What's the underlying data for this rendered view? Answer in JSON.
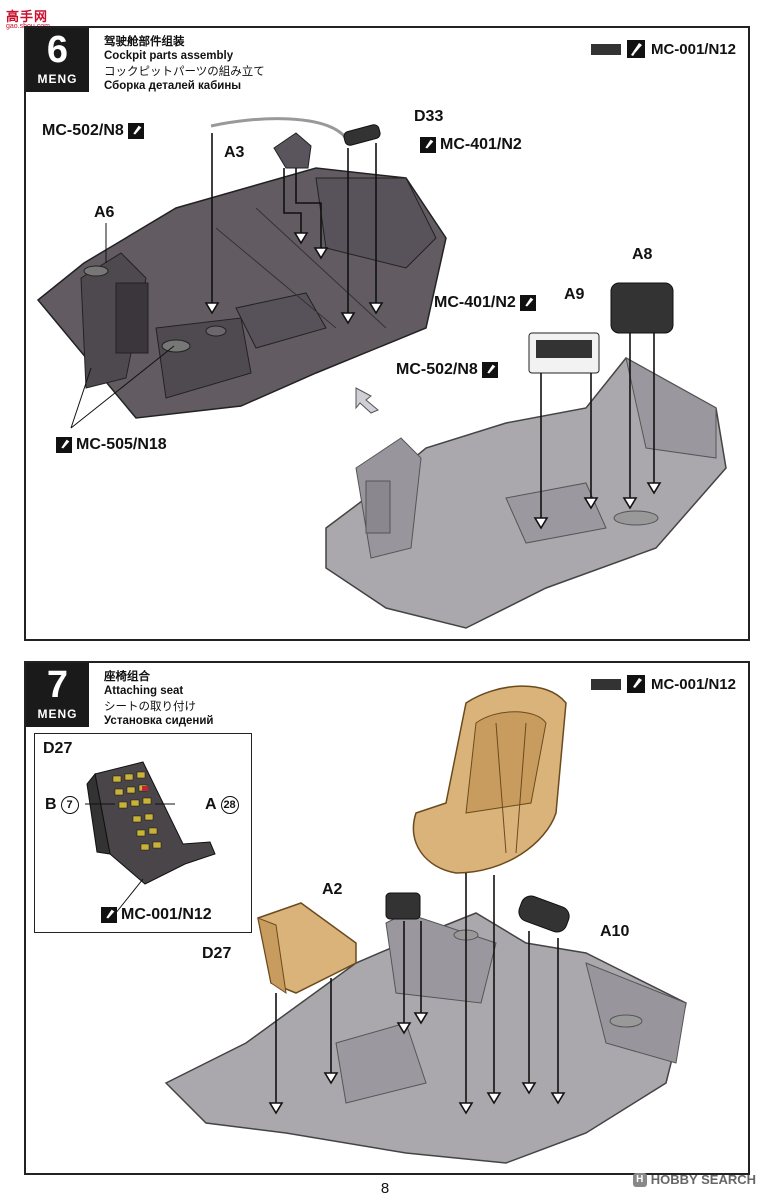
{
  "watermark": {
    "brand": "高手网",
    "site": "gao.shou.com"
  },
  "step6": {
    "number": "6",
    "brand": "MENG",
    "title_zh": "驾驶舱部件组装",
    "title_en": "Cockpit parts assembly",
    "title_jp": "コックピットパーツの組み立て",
    "title_ru": "Сборка деталей кабины",
    "paint_main": "MC-001/N12",
    "labels": {
      "mc502_top": "MC-502/N8",
      "d33": "D33",
      "mc401_top": "MC-401/N2",
      "a3": "A3",
      "a6": "A6",
      "mc505": "MC-505/N18",
      "a8": "A8",
      "a9": "A9",
      "mc401_a9": "MC-401/N2",
      "mc502_a9": "MC-502/N8"
    }
  },
  "step7": {
    "number": "7",
    "brand": "MENG",
    "title_zh": "座椅组合",
    "title_en": "Attaching seat",
    "title_jp": "シートの取り付け",
    "title_ru": "Установка сидений",
    "paint_main": "MC-001/N12",
    "inset": {
      "part": "D27",
      "b_letter": "B",
      "b_num": "7",
      "a_letter": "A",
      "a_num": "28",
      "paint": "MC-001/N12"
    },
    "labels": {
      "a2": "A2",
      "a10": "A10",
      "d27": "D27"
    }
  },
  "page_number": "8",
  "footer": {
    "logo": "H",
    "brand": "HOBBY SEARCH"
  },
  "colors": {
    "panel_border": "#222222",
    "step_box": "#1a1a1a",
    "cockpit": "#625c62",
    "cockpit_light": "#aaa8ad",
    "seat": "#d9b37a"
  }
}
